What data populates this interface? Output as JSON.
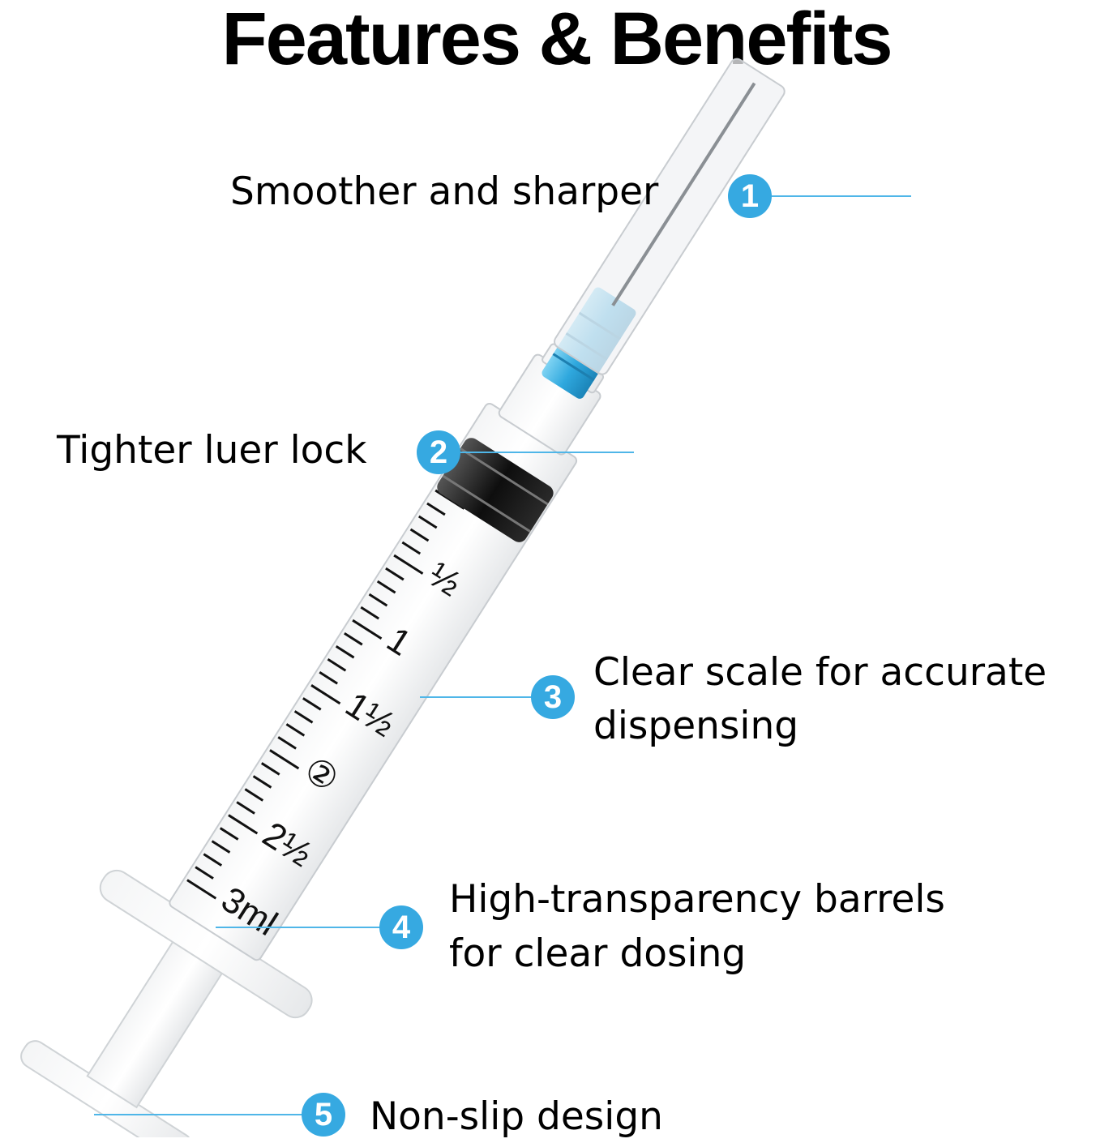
{
  "title": "Features & Benefits",
  "colors": {
    "accent": "#36a9e1",
    "needle_hub": "#38b6e6",
    "stopper": "#1a1a1a"
  },
  "syringe": {
    "scale_labels": [
      "½",
      "1",
      "1½",
      "②",
      "2½",
      "3ml"
    ]
  },
  "features": [
    {
      "number": "1",
      "label": "Smoother and sharper"
    },
    {
      "number": "2",
      "label": "Tighter luer lock"
    },
    {
      "number": "3",
      "label_line1": "Clear scale for accurate",
      "label_line2": "dispensing"
    },
    {
      "number": "4",
      "label_line1": "High-transparency barrels",
      "label_line2": "for clear dosing"
    },
    {
      "number": "5",
      "label": "Non-slip design"
    }
  ]
}
